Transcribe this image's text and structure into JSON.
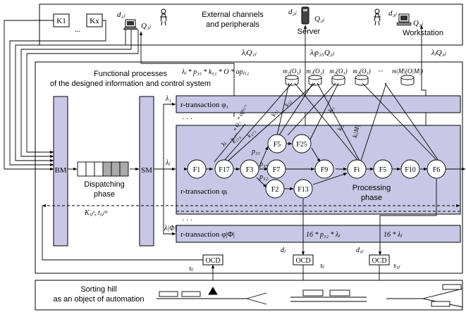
{
  "external": {
    "k1": "K1",
    "dots": "...",
    "kx": "Kx",
    "title_line1": "External channels",
    "title_line2": "and peripherals",
    "d1j": "d₁ⱼ",
    "q1j": "Q₁ⱼ",
    "d2j": "d₂ⱼ",
    "q2j": "Q₂ⱼ",
    "server": "Server",
    "d3j": "d₃ⱼ",
    "q3j": "Q₃ⱼ",
    "workstation": "Workstation"
  },
  "flows": {
    "lq1": "λⱼQ₁ⱼ",
    "lp35q2": "λⱼp₃₅Q₂ⱼ",
    "lq3": "λⱼQ₃ⱼ",
    "formula_top": "λⱼ * p₃₅ * k₅₁ * O * opⱼ₅₁"
  },
  "functional": {
    "title_line1": "Functional processes",
    "title_line2": "of the designed information and control system"
  },
  "memory": [
    "m₁(O₁)",
    "m₂(O₂)",
    "m₃(O₃)",
    "m₃(O₃)",
    "···",
    "m|M|(O|M|)"
  ],
  "blocks": {
    "bm": "BM",
    "sm": "SM",
    "dispatching_line1": "Dispatching",
    "dispatching_line2": "phase",
    "processing_line1": "Processing",
    "processing_line2": "phase",
    "k5j": "K₅ⱼˢ, t₅ⱼʳᵖ"
  },
  "transactions": {
    "t1": "r-transaction φ₁",
    "tj": "r-transaction  φⱼ",
    "tphi": "r-transaction  φ|Φ|",
    "l1": "λ₁",
    "lj": "λⱼ",
    "lphi": "λ|Φ|",
    "dots": "· · ·"
  },
  "nodes": [
    "F1",
    "F17",
    "F3",
    "F5",
    "F25",
    "F7",
    "F9",
    "Fi",
    "F5",
    "F10",
    "F6",
    "F2",
    "F13"
  ],
  "edge_labels": {
    "p35": "p₃₅",
    "p37": "p₃₇",
    "p32": "p₃₂",
    "k51": "k₅₁",
    "k52": "k₅₂",
    "k171": "k₁₇₁",
    "k173": "k₁₇₃",
    "ki1": "kᵢ₁",
    "ki2": "kᵢ₂",
    "kim": "kᵢ|M|",
    "lambda": "λⱼ",
    "op171": "k₁₇₁ * O₁ * opⱼ₁₇₁"
  },
  "outputs": {
    "f16p32": "16 * p₃₂ * λⱼ",
    "f16": "16 * λⱼ",
    "ocd": "OCD",
    "sj": "sⱼ",
    "dj": "dⱼ",
    "d5j": "d₅ⱼ",
    "s5j": "s₅ⱼ"
  },
  "sorting": {
    "line1": "Sorting hill",
    "line2": "as an object of automation"
  },
  "colors": {
    "block_fill": "#c8c8e6",
    "node_fill": "#ffffff",
    "line": "#000000"
  }
}
